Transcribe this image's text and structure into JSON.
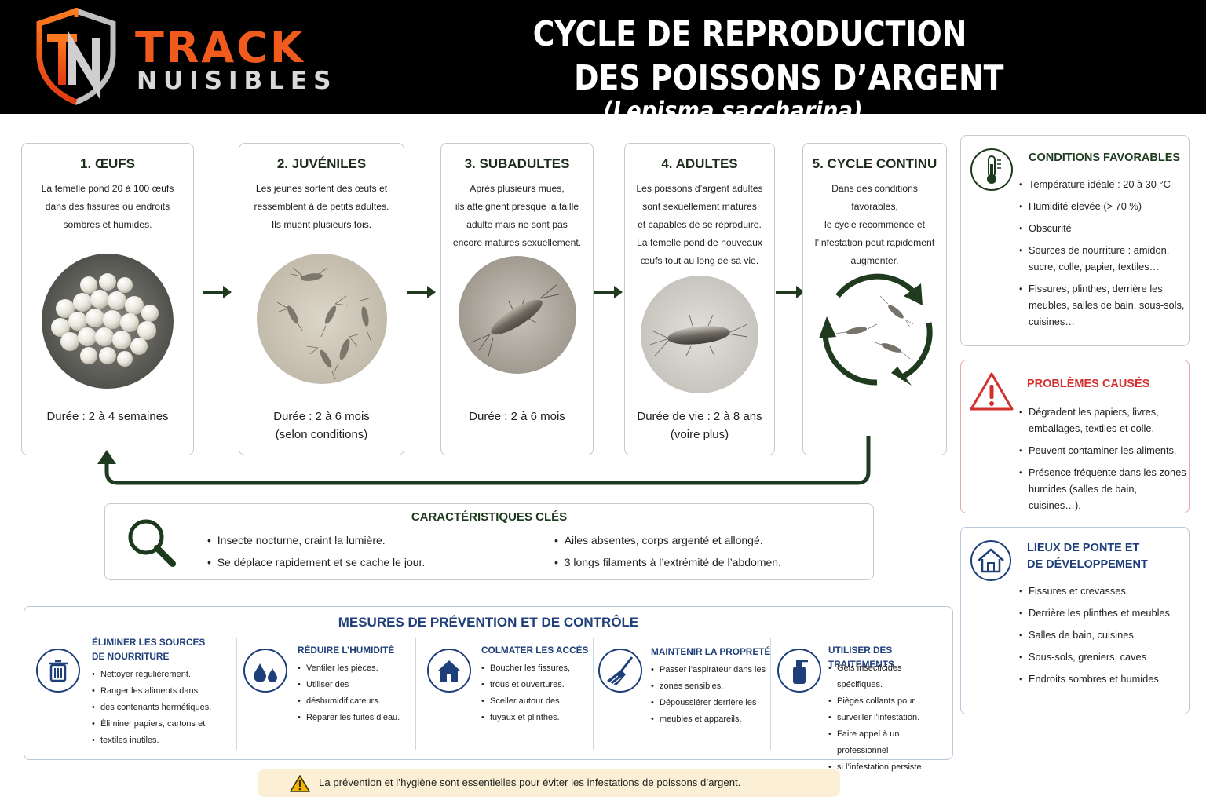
{
  "brand": {
    "line1": "TRACK",
    "line2": "NUISIBLES",
    "monogram": "TN",
    "accent": "#f05a1c",
    "secondary": "#d9d9d9"
  },
  "title": {
    "line1": "CYCLE DE REPRODUCTION",
    "line2": "DES POISSONS D’ARGENT",
    "scientific": "(Lepisma saccharina)"
  },
  "stages": [
    {
      "title": "1. ŒUFS",
      "desc": [
        "La femelle pond 20 à 100 œufs",
        "dans des fissures ou endroits",
        "sombres et humides."
      ],
      "duration": [
        "Durée : 2 à 4 semaines"
      ]
    },
    {
      "title": "2. JUVÉNILES",
      "desc": [
        "Les jeunes sortent des œufs et",
        "ressemblent à de petits adultes.",
        "Ils muent plusieurs fois."
      ],
      "duration": [
        "Durée : 2 à 6 mois",
        "(selon conditions)"
      ]
    },
    {
      "title": "3. SUBADULTES",
      "desc": [
        "Après plusieurs mues,",
        "ils atteignent presque la taille",
        "adulte mais ne sont pas",
        "encore matures sexuellement."
      ],
      "duration": [
        "Durée : 2 à 6 mois"
      ]
    },
    {
      "title": "4. ADULTES",
      "desc": [
        "Les poissons d’argent adultes",
        "sont sexuellement matures",
        "et capables de se reproduire.",
        "La femelle pond de nouveaux",
        "œufs tout au long de sa vie."
      ],
      "duration": [
        "Durée de vie : 2 à 8 ans",
        "(voire plus)"
      ]
    },
    {
      "title": "5. CYCLE CONTINU",
      "desc": [
        "Dans des conditions favorables,",
        "le cycle recommence et",
        "l’infestation peut rapidement",
        "augmenter."
      ],
      "duration": []
    }
  ],
  "conditions": {
    "title": "CONDITIONS FAVORABLES",
    "items": [
      "Température idéale : 20 à 30 °C",
      "Humidité elevée (> 70 %)",
      "Obscurité",
      "Sources de nourriture : amidon, sucre, colle, papier, textiles…",
      "Fissures, plinthes, derrière les meubles, salles de bain, sous-sols, cuisines…"
    ],
    "color": "#1d3a1d"
  },
  "problems": {
    "title": "PROBLÈMES CAUSÉS",
    "items": [
      "Dégradent les papiers, livres, emballages, textiles et colle.",
      "Peuvent contaminer les aliments.",
      "Présence fréquente dans les zones humides (salles de bain, cuisines…)."
    ],
    "color": "#d32f2f"
  },
  "places": {
    "title_line1": "LIEUX DE PONTE ET",
    "title_line2": "DE DÉVELOPPEMENT",
    "items": [
      "Fissures et crevasses",
      "Derrière les plinthes et meubles",
      "Salles de bain, cuisines",
      "Sous-sols, greniers, caves",
      "Endroits sombres et humides"
    ],
    "color": "#1f3f7a"
  },
  "key": {
    "title": "CARACTÉRISTIQUES CLÉS",
    "items": [
      "Insecte nocturne, craint la lumière.",
      "Se déplace rapidement et se cache le jour.",
      "Ailes absentes, corps argenté et allongé.",
      "3 longs filaments à l’extrémité de l’abdomen."
    ]
  },
  "prevention": {
    "title": "MESURES DE PRÉVENTION ET DE CONTRÔLE",
    "columns": [
      {
        "icon": "trash-icon",
        "title": [
          "ÉLIMINER LES SOURCES",
          "DE NOURRITURE"
        ],
        "items": [
          "Nettoyer régulièrement.",
          "Ranger les aliments dans",
          "des contenants hermétiques.",
          "Éliminer papiers, cartons et",
          "textiles inutiles."
        ]
      },
      {
        "icon": "water-drops-icon",
        "title": [
          "RÉDUIRE L’HUMIDITÉ"
        ],
        "items": [
          "Ventiler les pièces.",
          "Utiliser des",
          "déshumidificateurs.",
          "Réparer les fuites d’eau."
        ]
      },
      {
        "icon": "house-icon",
        "title": [
          "COLMATER LES ACCÈS"
        ],
        "items": [
          "Boucher les fissures,",
          "trous et ouvertures.",
          "Sceller autour des",
          "tuyaux et plinthes."
        ]
      },
      {
        "icon": "broom-icon",
        "title": [
          "MAINTENIR LA PROPRETÉ"
        ],
        "items": [
          "Passer l’aspirateur dans les",
          "zones sensibles.",
          "Dépoussiérer derrière les",
          "meubles et appareils."
        ]
      },
      {
        "icon": "spray-bottle-icon",
        "title": [
          "UTILISER DES TRAITEMENTS"
        ],
        "items": [
          "Gels insecticides spécifiques.",
          "Pièges collants pour",
          "surveiller l’infestation.",
          "Faire appel à un professionnel",
          "si l’infestation persiste."
        ]
      }
    ]
  },
  "note": {
    "text": "La prévention et l’hygiène sont essentielles pour éviter les infestations de poissons d’argent."
  }
}
